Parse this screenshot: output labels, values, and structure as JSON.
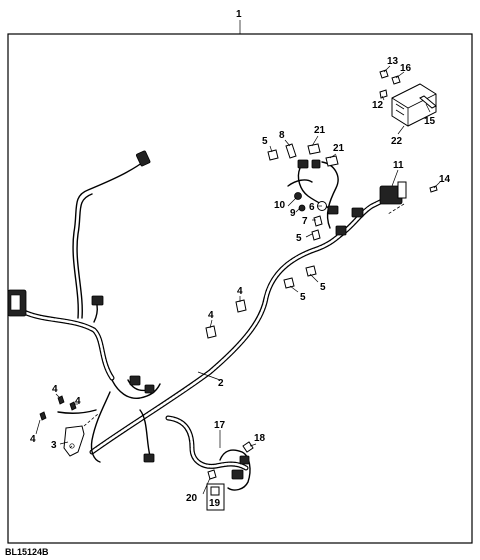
{
  "assembly_callout": "1",
  "figure_id": "BL15124B",
  "callouts": {
    "harness_main": "2",
    "bracket": "3",
    "clip_4": "4",
    "clip_5": "5",
    "grommet_6": "6",
    "clip_7": "7",
    "clip_8": "8",
    "fastener_9": "9",
    "fastener_10": "10",
    "connector_11": "11",
    "screw_12": "12",
    "nut_13": "13",
    "screw_14": "14",
    "bolt_15": "15",
    "washer_16": "16",
    "harness_17": "17",
    "grommet_18": "18",
    "part_19": "19",
    "part_20": "20",
    "clip_21": "21",
    "controller_22": "22"
  }
}
